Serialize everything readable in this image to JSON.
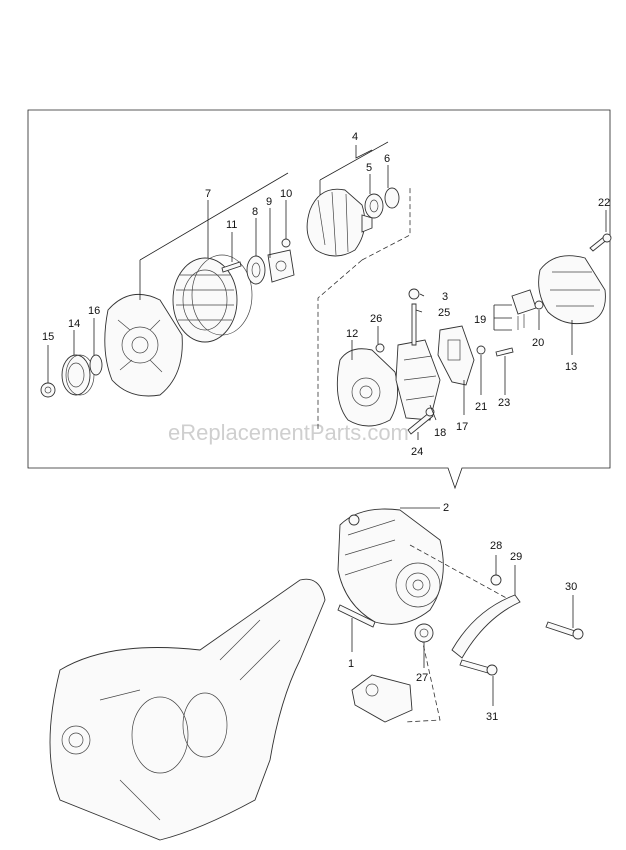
{
  "watermark": "eReplacementParts.com",
  "callouts": {
    "c1": "1",
    "c2": "2",
    "c3": "3",
    "c4": "4",
    "c5": "5",
    "c6": "6",
    "c7": "7",
    "c8": "8",
    "c9": "9",
    "c10": "10",
    "c11": "11",
    "c12": "12",
    "c13": "13",
    "c14": "14",
    "c15": "15",
    "c16": "16",
    "c17": "17",
    "c18": "18",
    "c19": "19",
    "c20": "20",
    "c21": "21",
    "c22": "22",
    "c23": "23",
    "c24": "24",
    "c25": "25",
    "c26": "26",
    "c27": "27",
    "c28": "28",
    "c29": "29",
    "c30": "30",
    "c31": "31"
  }
}
